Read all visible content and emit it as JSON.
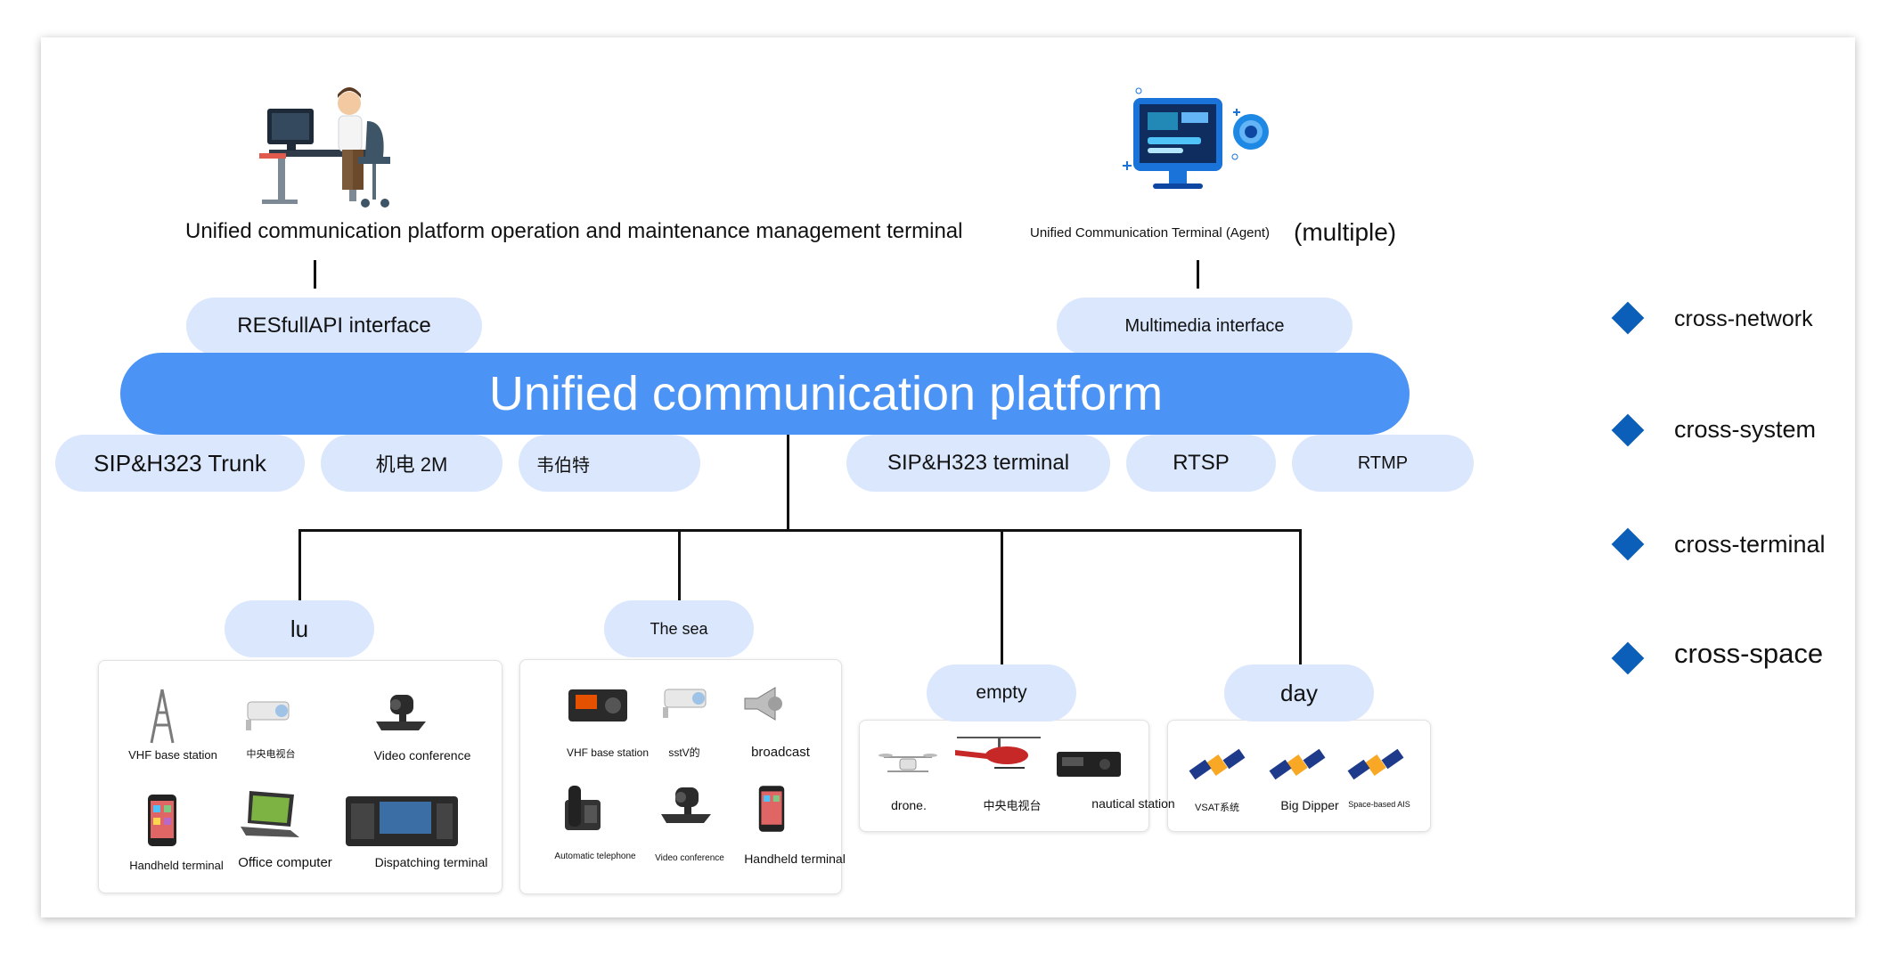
{
  "top": {
    "ops_terminal_label": "Unified communication platform operation and maintenance management terminal",
    "agent_terminal_label": "Unified Communication Terminal (Agent)",
    "multiple_label": "(multiple)"
  },
  "interfaces": {
    "restful": "RESfullAPI interface",
    "multimedia": "Multimedia interface"
  },
  "platform": {
    "title": "Unified communication platform"
  },
  "protocols": [
    {
      "label": "SIP&H323 Trunk"
    },
    {
      "label": "机电 2M"
    },
    {
      "label": "韦伯特"
    },
    {
      "label": "SIP&H323 terminal"
    },
    {
      "label": "RTSP"
    },
    {
      "label": "RTMP"
    }
  ],
  "domains": {
    "land": {
      "label": "lu",
      "devices": [
        {
          "label": "VHF base station",
          "icon": "tower-icon"
        },
        {
          "label": "中央电视台",
          "icon": "camera-icon"
        },
        {
          "label": "Video conference",
          "icon": "conference-camera-icon"
        },
        {
          "label": "Handheld terminal",
          "icon": "phone-icon"
        },
        {
          "label": "Office computer",
          "icon": "laptop-icon"
        },
        {
          "label": "Dispatching terminal",
          "icon": "dispatch-console-icon"
        }
      ]
    },
    "sea": {
      "label": "The sea",
      "devices": [
        {
          "label": "VHF base station",
          "icon": "radio-icon"
        },
        {
          "label": "sstV的",
          "icon": "camera-icon"
        },
        {
          "label": "broadcast",
          "icon": "megaphone-icon"
        },
        {
          "label": "Automatic telephone",
          "icon": "desk-phone-icon"
        },
        {
          "label": "Video conference",
          "icon": "conference-camera-icon"
        },
        {
          "label": "Handheld terminal",
          "icon": "phone-icon"
        }
      ]
    },
    "air": {
      "label": "empty",
      "devices": [
        {
          "label": "drone.",
          "icon": "drone-icon"
        },
        {
          "label": "中央电视台",
          "icon": "helicopter-icon"
        },
        {
          "label": "nautical station",
          "icon": "radio-unit-icon"
        }
      ]
    },
    "sky": {
      "label": "day",
      "devices": [
        {
          "label": "VSAT系统",
          "icon": "satellite-icon"
        },
        {
          "label": "Big Dipper",
          "icon": "satellite-icon"
        },
        {
          "label": "Space-based AIS",
          "icon": "satellite-icon"
        }
      ]
    }
  },
  "features": [
    {
      "label": "cross-network"
    },
    {
      "label": "cross-system"
    },
    {
      "label": "cross-terminal"
    },
    {
      "label": "cross-space"
    }
  ],
  "colors": {
    "platform": "#4b93f5",
    "pill": "#dbe7fd",
    "diamond": "#0b5fb8"
  }
}
